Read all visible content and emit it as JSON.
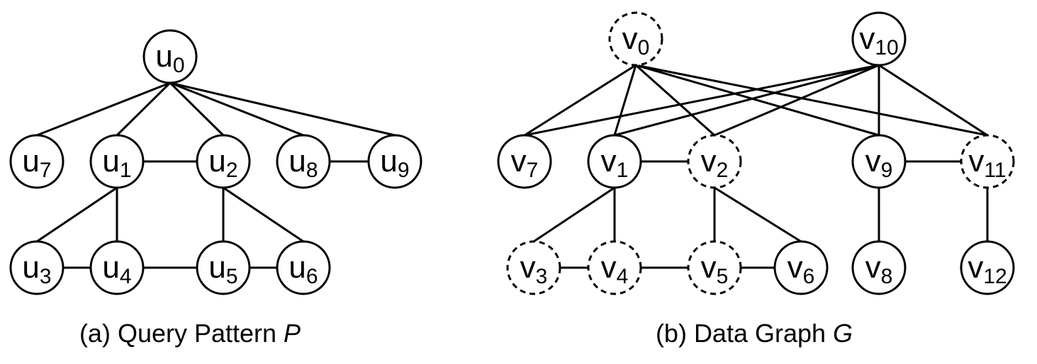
{
  "panels": [
    {
      "id": "query",
      "caption_prefix": "(a) Query Pattern",
      "caption_symbol": "P",
      "nodes": [
        {
          "id": "u0",
          "base": "u",
          "sub": "0",
          "dashed": false
        },
        {
          "id": "u7",
          "base": "u",
          "sub": "7",
          "dashed": false
        },
        {
          "id": "u1",
          "base": "u",
          "sub": "1",
          "dashed": false
        },
        {
          "id": "u2",
          "base": "u",
          "sub": "2",
          "dashed": false
        },
        {
          "id": "u8",
          "base": "u",
          "sub": "8",
          "dashed": false
        },
        {
          "id": "u9",
          "base": "u",
          "sub": "9",
          "dashed": false
        },
        {
          "id": "u3",
          "base": "u",
          "sub": "3",
          "dashed": false
        },
        {
          "id": "u4",
          "base": "u",
          "sub": "4",
          "dashed": false
        },
        {
          "id": "u5",
          "base": "u",
          "sub": "5",
          "dashed": false
        },
        {
          "id": "u6",
          "base": "u",
          "sub": "6",
          "dashed": false
        }
      ],
      "edges": [
        [
          "u0",
          "u7"
        ],
        [
          "u0",
          "u1"
        ],
        [
          "u0",
          "u2"
        ],
        [
          "u0",
          "u8"
        ],
        [
          "u0",
          "u9"
        ],
        [
          "u1",
          "u2"
        ],
        [
          "u8",
          "u9"
        ],
        [
          "u1",
          "u3"
        ],
        [
          "u1",
          "u4"
        ],
        [
          "u2",
          "u5"
        ],
        [
          "u2",
          "u6"
        ],
        [
          "u3",
          "u4"
        ],
        [
          "u4",
          "u5"
        ],
        [
          "u5",
          "u6"
        ]
      ]
    },
    {
      "id": "data",
      "caption_prefix": "(b) Data Graph",
      "caption_symbol": "G",
      "nodes": [
        {
          "id": "v0",
          "base": "v",
          "sub": "0",
          "dashed": true
        },
        {
          "id": "v10",
          "base": "v",
          "sub": "10",
          "dashed": false
        },
        {
          "id": "v7",
          "base": "v",
          "sub": "7",
          "dashed": false
        },
        {
          "id": "v1",
          "base": "v",
          "sub": "1",
          "dashed": false
        },
        {
          "id": "v2",
          "base": "v",
          "sub": "2",
          "dashed": true
        },
        {
          "id": "v9",
          "base": "v",
          "sub": "9",
          "dashed": false
        },
        {
          "id": "v11",
          "base": "v",
          "sub": "11",
          "dashed": true
        },
        {
          "id": "v3",
          "base": "v",
          "sub": "3",
          "dashed": true
        },
        {
          "id": "v4",
          "base": "v",
          "sub": "4",
          "dashed": true
        },
        {
          "id": "v5",
          "base": "v",
          "sub": "5",
          "dashed": true
        },
        {
          "id": "v6",
          "base": "v",
          "sub": "6",
          "dashed": false
        },
        {
          "id": "v8",
          "base": "v",
          "sub": "8",
          "dashed": false
        },
        {
          "id": "v12",
          "base": "v",
          "sub": "12",
          "dashed": false
        }
      ],
      "edges": [
        [
          "v0",
          "v7"
        ],
        [
          "v0",
          "v1"
        ],
        [
          "v0",
          "v2"
        ],
        [
          "v0",
          "v9"
        ],
        [
          "v0",
          "v11"
        ],
        [
          "v10",
          "v7"
        ],
        [
          "v10",
          "v1"
        ],
        [
          "v10",
          "v2"
        ],
        [
          "v10",
          "v9"
        ],
        [
          "v10",
          "v11"
        ],
        [
          "v1",
          "v2"
        ],
        [
          "v9",
          "v11"
        ],
        [
          "v1",
          "v3"
        ],
        [
          "v1",
          "v4"
        ],
        [
          "v2",
          "v5"
        ],
        [
          "v2",
          "v6"
        ],
        [
          "v3",
          "v4"
        ],
        [
          "v4",
          "v5"
        ],
        [
          "v5",
          "v6"
        ],
        [
          "v9",
          "v8"
        ],
        [
          "v11",
          "v12"
        ]
      ]
    }
  ]
}
